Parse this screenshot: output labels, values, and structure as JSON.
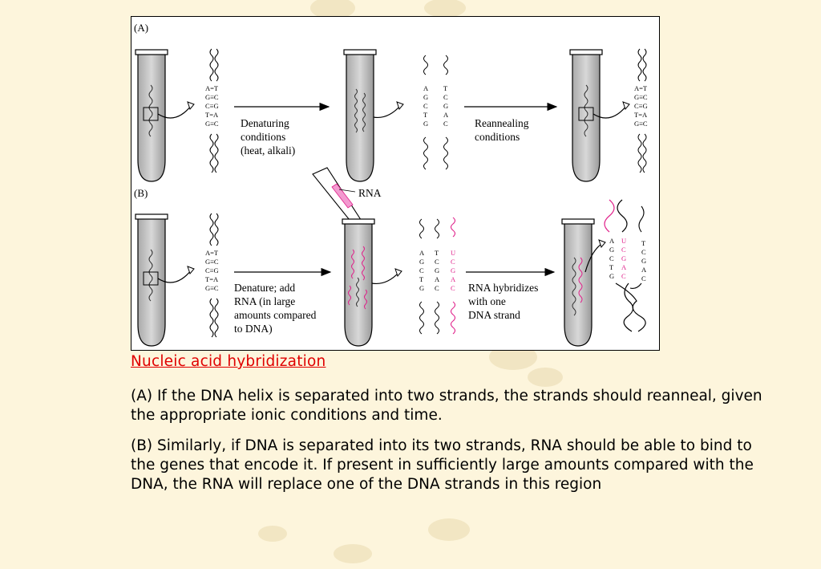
{
  "figure": {
    "panel_a_label": "(A)",
    "panel_b_label": "(B)",
    "step_a1": [
      "Denaturing",
      "conditions",
      "(heat, alkali)"
    ],
    "step_a2": [
      "Reannealing",
      "conditions"
    ],
    "step_b1": [
      "Denature; add",
      "RNA (in large",
      "amounts compared",
      "to DNA)"
    ],
    "step_b2": [
      "RNA hybridizes",
      "with one",
      "DNA strand"
    ],
    "rna_label": "RNA",
    "duplex_pairs": [
      "A=T",
      "G≡C",
      "C≡G",
      "T=A",
      "G≡C"
    ],
    "strand_left": [
      "A",
      "G",
      "C",
      "T",
      "G"
    ],
    "strand_right": [
      "T",
      "C",
      "G",
      "A",
      "C"
    ],
    "rna_strand": [
      "U",
      "C",
      "G",
      "A",
      "C"
    ],
    "colors": {
      "rna": "#e0208a",
      "title": "#e00000",
      "background": "#fdf5dc"
    }
  },
  "caption": {
    "title": "Nucleic acid hybridization",
    "para_a": "(A) If the DNA helix is separated into two strands, the strands should reanneal, given the appropriate ionic conditions and time.",
    "para_b": "(B) Similarly, if DNA is separated into its two strands, RNA should be able to bind to the genes that encode it. If present in sufficiently large amounts compared with the DNA, the RNA will replace one of the DNA strands in this region"
  }
}
